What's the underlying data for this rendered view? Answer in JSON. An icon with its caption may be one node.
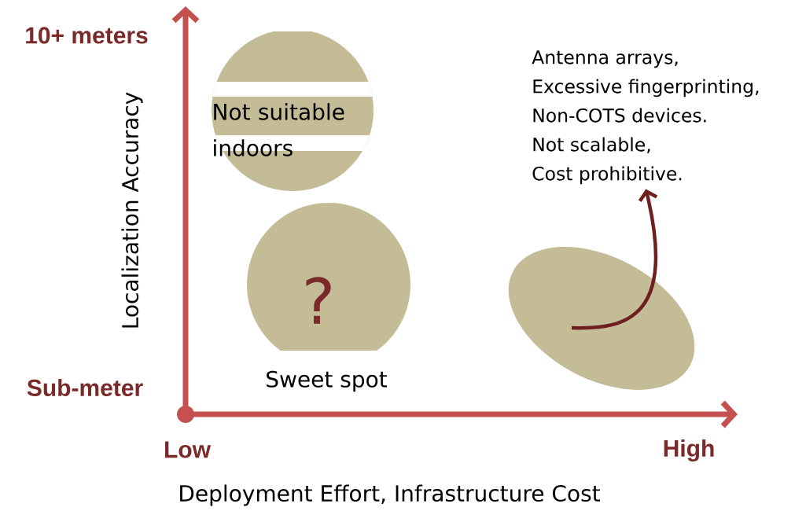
{
  "diagram": {
    "nodes": [
      {
        "text": [
          "Not suitable indoors"
        ]
      },
      {
        "text": [
          "?"
        ],
        "beside": [
          "Sweet spot"
        ]
      },
      {
        "text": [],
        "shape": "ellipse"
      },
      {
        "text": [
          "Antenna arrays,",
          "Excessive fingerprinting,",
          "Non-COTS devices.",
          "Not scalable,",
          "Cost prohibitive."
        ]
      }
    ],
    "edges": [
      {
        "from": 2,
        "to": 3,
        "arrow": "to",
        "color": "#6e1f1f"
      }
    ],
    "labels": [
      "10+ meters",
      "Localization Accuracy",
      "Sub-meter",
      "Low",
      "High",
      "Deployment Effort, Infrastructure Cost"
    ]
  }
}
